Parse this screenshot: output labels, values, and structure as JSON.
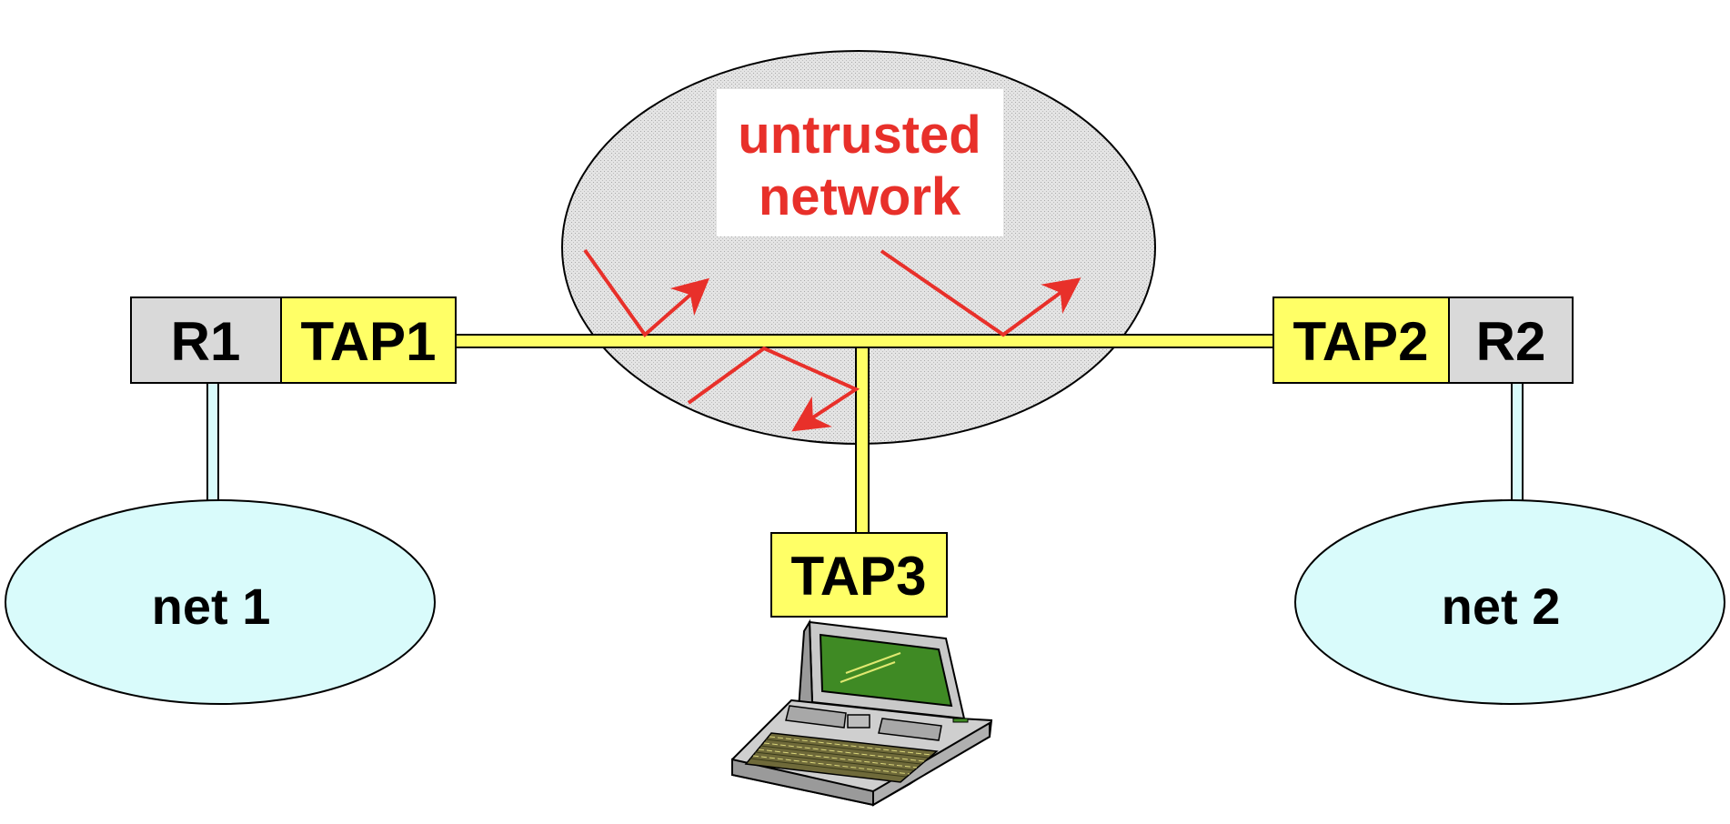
{
  "untrusted_network": {
    "label_line1": "untrusted",
    "label_line2": "network"
  },
  "routers": [
    {
      "label": "R1",
      "tap": "TAP1"
    },
    {
      "label": "R2",
      "tap": "TAP2"
    }
  ],
  "tap3": {
    "label": "TAP3"
  },
  "networks": [
    {
      "label": "net 1"
    },
    {
      "label": "net 2"
    }
  ],
  "colors": {
    "tap_fill": "#ffff66",
    "router_fill": "#d9d9d9",
    "net_fill": "#d9fbfb",
    "cloud_fill": "#dcdcdc",
    "arrow": "#e8302a",
    "wire": "#ffff66"
  }
}
